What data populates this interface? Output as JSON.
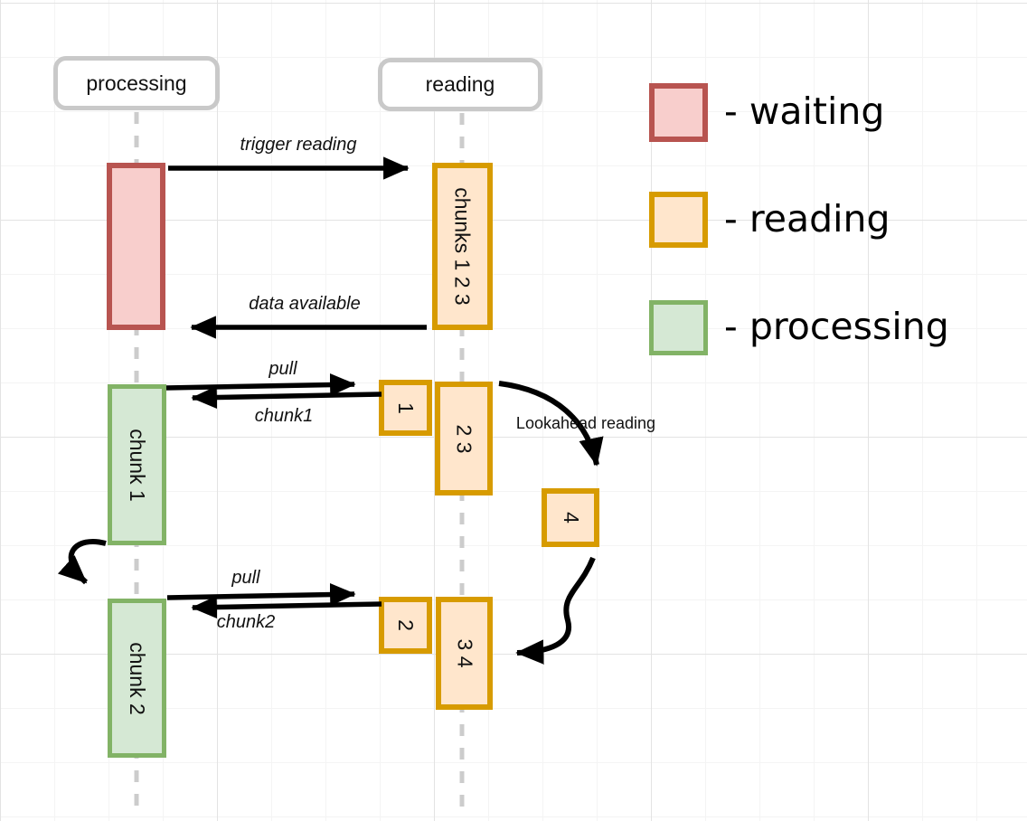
{
  "lanes": {
    "left_header": "processing",
    "right_header": "reading"
  },
  "messages": {
    "trigger_reading": "trigger reading",
    "data_available": "data available",
    "pull_first": "pull",
    "chunk1_reply": "chunk1",
    "pull_second": "pull",
    "chunk2_reply": "chunk2",
    "lookahead": "Lookahead reading"
  },
  "boxes": {
    "chunks123": "chunks 1 2 3",
    "chunk1": "chunk 1",
    "chunk2": "chunk 2",
    "buffer1": "1",
    "buffer23": "2 3",
    "buffer4": "4",
    "buffer2": "2",
    "buffer34": "3 4"
  },
  "legend": {
    "items": [
      {
        "label": "- waiting",
        "fill": "#f8cecc",
        "border": "#b85450"
      },
      {
        "label": "- reading",
        "fill": "#ffe6cc",
        "border": "#d79b00"
      },
      {
        "label": "- processing",
        "fill": "#d5e8d4",
        "border": "#82b366"
      }
    ]
  },
  "colors": {
    "waiting_fill": "#f8cecc",
    "waiting_border": "#b85450",
    "reading_fill": "#ffe6cc",
    "reading_border": "#d79b00",
    "processing_fill": "#d5e8d4",
    "processing_border": "#82b366",
    "lifeline": "#cccccc",
    "arrow": "#000000"
  }
}
